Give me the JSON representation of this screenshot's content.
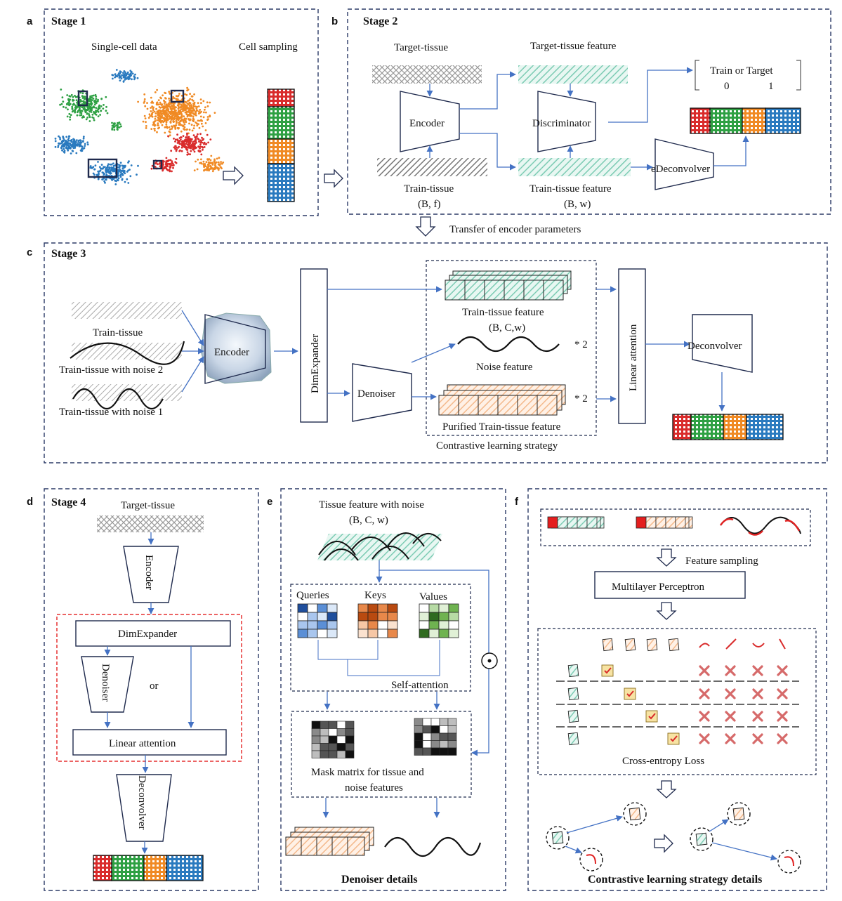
{
  "panels": {
    "a": {
      "letter": "a",
      "stage": "Stage 1",
      "single_cell": "Single-cell data",
      "cell_sampling": "Cell sampling"
    },
    "b": {
      "letter": "b",
      "stage": "Stage 2",
      "target_tissue": "Target-tissue",
      "target_feature": "Target-tissue feature",
      "train_or_target": "Train or Target",
      "zero": "0",
      "one": "1",
      "encoder": "Encoder",
      "discriminator": "Discriminator",
      "edeconvolver": "eDeconvolver",
      "train_tissue": "Train-tissue",
      "train_dims": "(B, f)",
      "train_feature": "Train-tissue feature",
      "feature_dims": "(B, w)"
    },
    "transfer": "Transfer of encoder parameters",
    "c": {
      "letter": "c",
      "stage": "Stage 3",
      "train_tissue": "Train-tissue",
      "noise2": "Train-tissue with noise 2",
      "noise1": "Train-tissue with noise 1",
      "encoder": "Encoder",
      "dimexpander": "DimExpander",
      "denoiser": "Denoiser",
      "train_feature": "Train-tissue feature",
      "feature_dims": "(B, C,w)",
      "noise_feature": "Noise feature",
      "times2": "* 2",
      "purified": "Purified Train-tissue feature",
      "contrastive": "Contrastive learning strategy",
      "linear_attention": "Linear attention",
      "deconvolver": "Deconvolver"
    },
    "d": {
      "letter": "d",
      "stage": "Stage 4",
      "target_tissue": "Target-tissue",
      "encoder": "Encoder",
      "dimexpander": "DimExpander",
      "denoiser": "Denoiser",
      "or": "or",
      "linear_attention": "Linear attention",
      "deconvolver": "Deconvolver"
    },
    "e": {
      "letter": "e",
      "title": "Tissue feature with noise",
      "dims": "(B, C, w)",
      "queries": "Queries",
      "keys": "Keys",
      "values": "Values",
      "self_attention": "Self-attention",
      "mask1": "Mask matrix for tissue and",
      "mask2": "noise features",
      "caption": "Denoiser details",
      "odot": "⊙"
    },
    "f": {
      "letter": "f",
      "feature_sampling": "Feature sampling",
      "mlp": "Multilayer Perceptron",
      "loss": "Cross-entropy Loss",
      "caption": "Contrastive learning strategy details"
    }
  },
  "colors": {
    "red": "#d92b2b",
    "green": "#2ea043",
    "orange": "#f08a24",
    "blue": "#2a7abf",
    "teal": "#8fd3c0",
    "peach": "#f5c9a6",
    "frame": "#2b3a67",
    "arrow": "#4472c4",
    "cross": "#d66a6a"
  }
}
